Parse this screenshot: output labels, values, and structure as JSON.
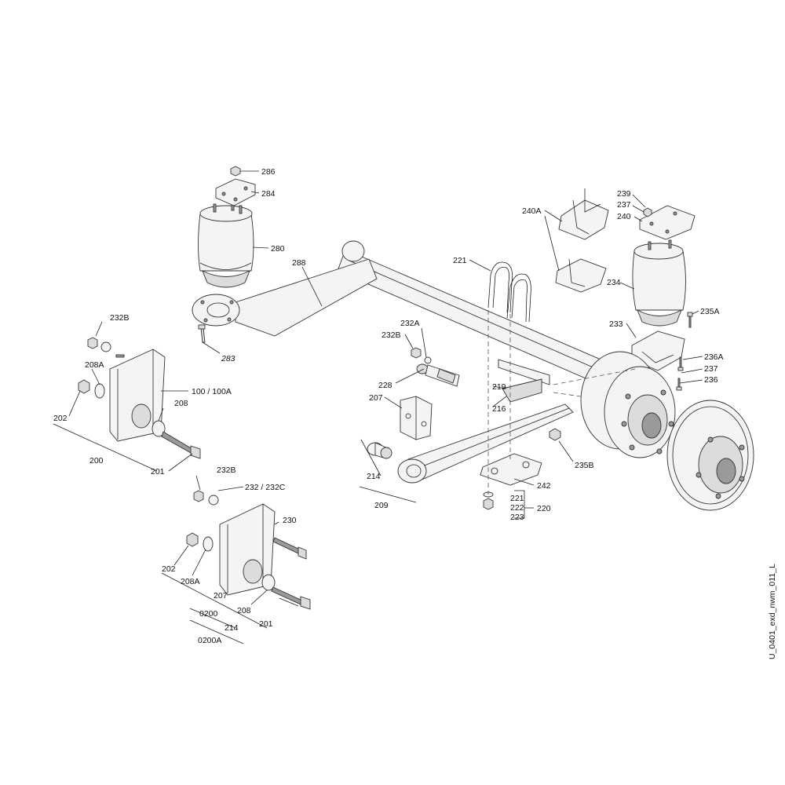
{
  "drawing_code": "U_0401_exd_nwm_011_L",
  "labels": {
    "l286": "286",
    "l284": "284",
    "l280": "280",
    "l288": "288",
    "l283": "283",
    "l221a": "221",
    "l240A": "240A",
    "l239": "239",
    "l237a": "237",
    "l240": "240",
    "l234": "234",
    "l235A": "235A",
    "l233": "233",
    "l236A": "236A",
    "l237b": "237",
    "l236": "236",
    "l232A": "232A",
    "l232Ba": "232B",
    "l228": "228",
    "l207a": "207",
    "l219": "219",
    "l216": "216",
    "l235B": "235B",
    "l242": "242",
    "l214a": "214",
    "l209": "209",
    "l221b": "221",
    "l222": "222",
    "l223": "223",
    "l220": "220",
    "l232Bb": "232B",
    "l208Aa": "208A",
    "l100": "100 / 100A",
    "l202a": "202",
    "l208a": "208",
    "l200": "200",
    "l201a": "201",
    "l232Bc": "232B",
    "l232C": "232 / 232C",
    "l230": "230",
    "l202b": "202",
    "l208Ab": "208A",
    "l207b": "207",
    "l208b": "208",
    "l201b": "201",
    "l0200": "0200",
    "l214b": "214",
    "l0200A": "0200A"
  }
}
